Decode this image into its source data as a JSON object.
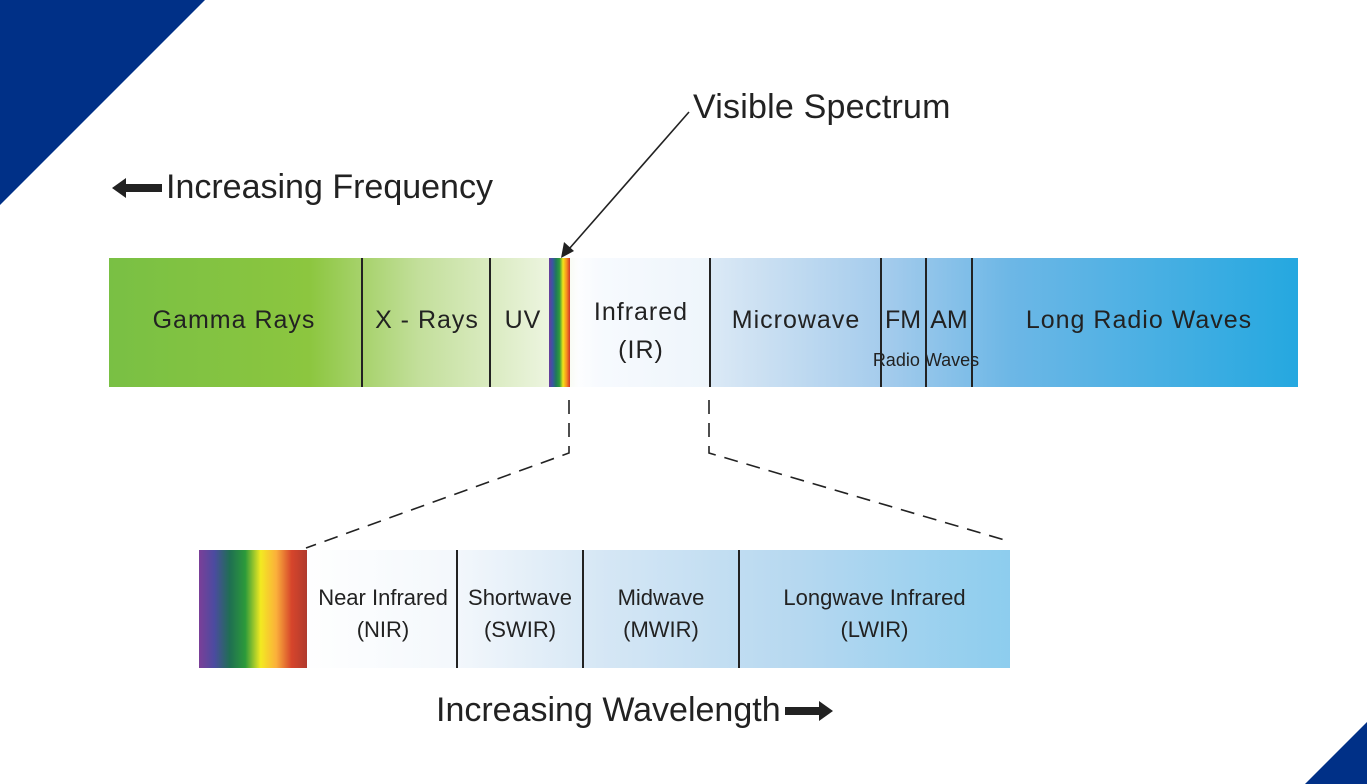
{
  "title": "Visible Spectrum",
  "frequency_label": "Increasing Frequency",
  "wavelength_label": "Increasing Wavelength",
  "colors": {
    "corner_accent": "#003087",
    "gamma": "#79c044",
    "long_radio": "#25a8e0"
  },
  "spectrum": {
    "gamma": "Gamma Rays",
    "xrays": "X - Rays",
    "uv": "UV",
    "infrared_line1": "Infrared",
    "infrared_line2": "(IR)",
    "microwave": "Microwave",
    "fm": "FM",
    "am": "AM",
    "radio_waves": "Radio Waves",
    "long_radio": "Long Radio Waves"
  },
  "infrared_bands": {
    "nir_line1": "Near Infrared",
    "nir_line2": "(NIR)",
    "swir_line1": "Shortwave",
    "swir_line2": "(SWIR)",
    "mwir_line1": "Midwave",
    "mwir_line2": "(MWIR)",
    "lwir_line1": "Longwave Infrared",
    "lwir_line2": "(LWIR)"
  }
}
